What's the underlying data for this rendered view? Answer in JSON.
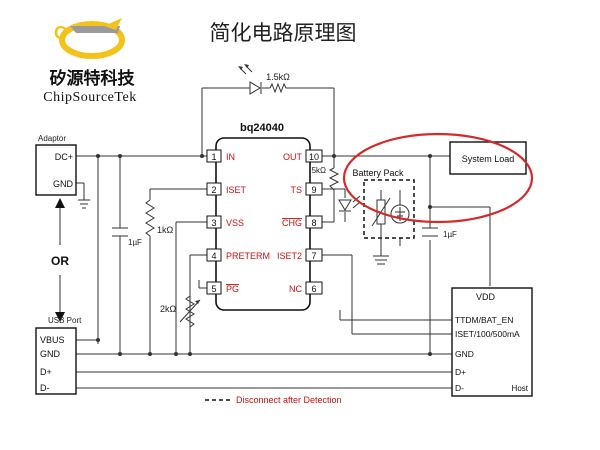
{
  "title": "简化电路原理图",
  "logo": {
    "company_cn": "矽源特科技",
    "company_en": "ChipSourceTek",
    "colors": {
      "yellow": "#f3c21b",
      "gray": "#9a9a9a",
      "text": "#111111"
    }
  },
  "ic": {
    "part": "bq24040",
    "left_pins": [
      {
        "num": "1",
        "label": "IN"
      },
      {
        "num": "2",
        "label": "ISET"
      },
      {
        "num": "3",
        "label": "VSS"
      },
      {
        "num": "4",
        "label": "PRETERM"
      },
      {
        "num": "5",
        "label": "PG"
      }
    ],
    "right_pins": [
      {
        "num": "10",
        "label": "OUT"
      },
      {
        "num": "9",
        "label": "TS"
      },
      {
        "num": "8",
        "label": "CHG"
      },
      {
        "num": "7",
        "label": "ISET2"
      },
      {
        "num": "6",
        "label": "NC"
      }
    ],
    "pin_label_color": "#cc1111"
  },
  "components": {
    "led_resistor": "1.5kΩ",
    "chg_resistor": "1.5kΩ",
    "iset_resistor": "1kΩ",
    "preterm_resistor": "2kΩ",
    "input_cap": "1µF",
    "output_cap": "1µF"
  },
  "adaptor": {
    "title": "Adaptor",
    "pins": [
      "DC+",
      "GND"
    ]
  },
  "or_label": "OR",
  "usb": {
    "title": "USB Port",
    "pins": [
      "VBUS",
      "GND",
      "D+",
      "D-"
    ]
  },
  "battery_pack": {
    "label": "Battery Pack"
  },
  "system_load": {
    "label": "System Load"
  },
  "host": {
    "pins": [
      "VDD",
      "TTDM/BAT_EN",
      "ISET/100/500mA",
      "GND",
      "D+",
      "D-"
    ],
    "name": "Host"
  },
  "legend": {
    "label": "Disconnect after Detection",
    "color": "#cc1111"
  },
  "highlight_color": "#d42a2a"
}
